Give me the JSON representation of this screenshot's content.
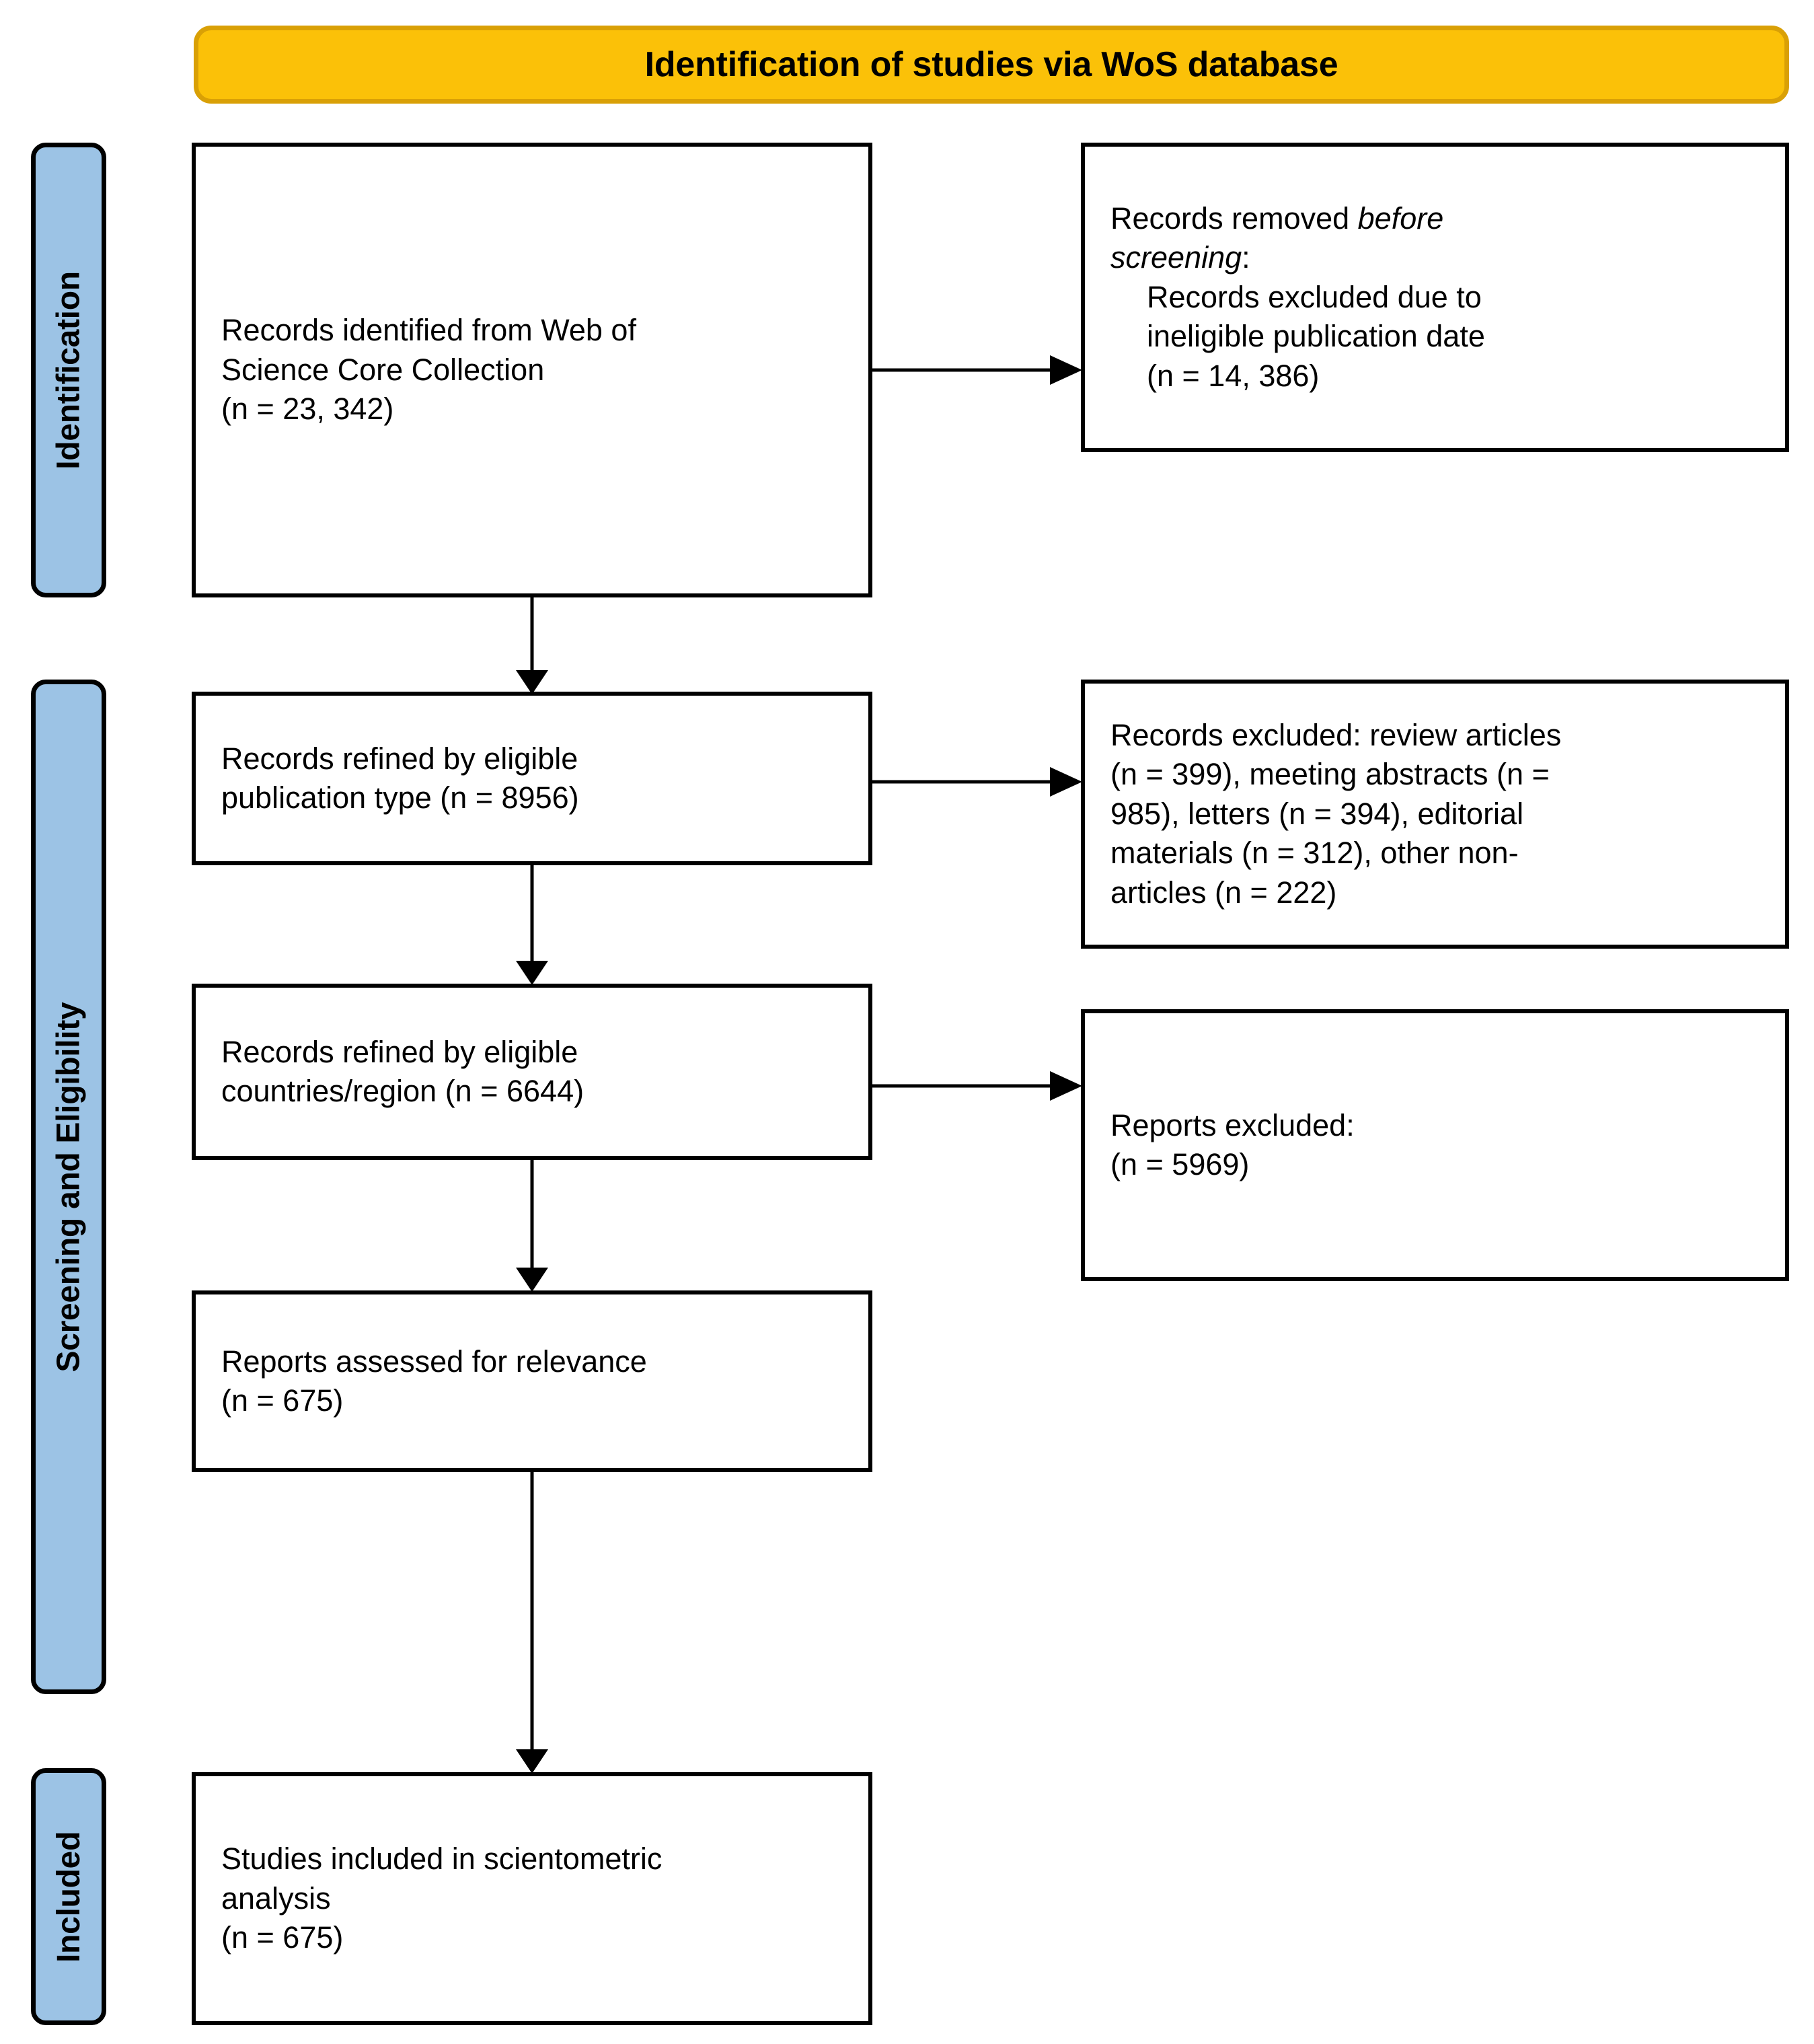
{
  "header": {
    "title": "Identification of studies via WoS database",
    "fill_color": "#FBC108",
    "border_color": "#D9A006"
  },
  "stages": {
    "fill_color": "#9CC3E5",
    "items": [
      {
        "id": "identification",
        "label": "Identification"
      },
      {
        "id": "screening_eligibility",
        "label": "Screening and Eligibility"
      },
      {
        "id": "included",
        "label": "Included"
      }
    ]
  },
  "flow": {
    "identified": {
      "line1": "Records identified from Web of",
      "line2": "Science Core Collection",
      "line3": "(n = 23, 342)",
      "n": "23, 342"
    },
    "removed_before_screening": {
      "line1_prefix": "Records removed ",
      "line1_italic": "before",
      "line2_italic": "screening",
      "line2_suffix": ":",
      "line3": "Records excluded due to",
      "line4": "ineligible publication date",
      "line5": "(n = 14, 386)",
      "n": "14, 386"
    },
    "refined_pubtype": {
      "line1": "Records refined by eligible",
      "line2": "publication type (n = 8956)",
      "n": "8956"
    },
    "excluded_pubtype": {
      "line1": "Records excluded: review articles",
      "line2": "(n = 399), meeting abstracts (n =",
      "line3": "985), letters (n = 394), editorial",
      "line4": "materials (n = 312), other non-",
      "line5": "articles (n = 222)",
      "counts": {
        "review_articles": "399",
        "meeting_abstracts": "985",
        "letters": "394",
        "editorial_materials": "312",
        "other_non_articles": "222"
      }
    },
    "refined_countries": {
      "line1": "Records refined by eligible",
      "line2": "countries/region (n = 6644)",
      "n": "6644"
    },
    "reports_excluded": {
      "line1": "Reports excluded:",
      "line2": "(n = 5969)",
      "n": "5969"
    },
    "assessed": {
      "line1": "Reports assessed for relevance",
      "line2": "(n = 675)",
      "n": "675"
    },
    "included": {
      "line1": "Studies included in scientometric",
      "line2": "analysis",
      "line3": "(n = 675)",
      "n": "675"
    }
  }
}
